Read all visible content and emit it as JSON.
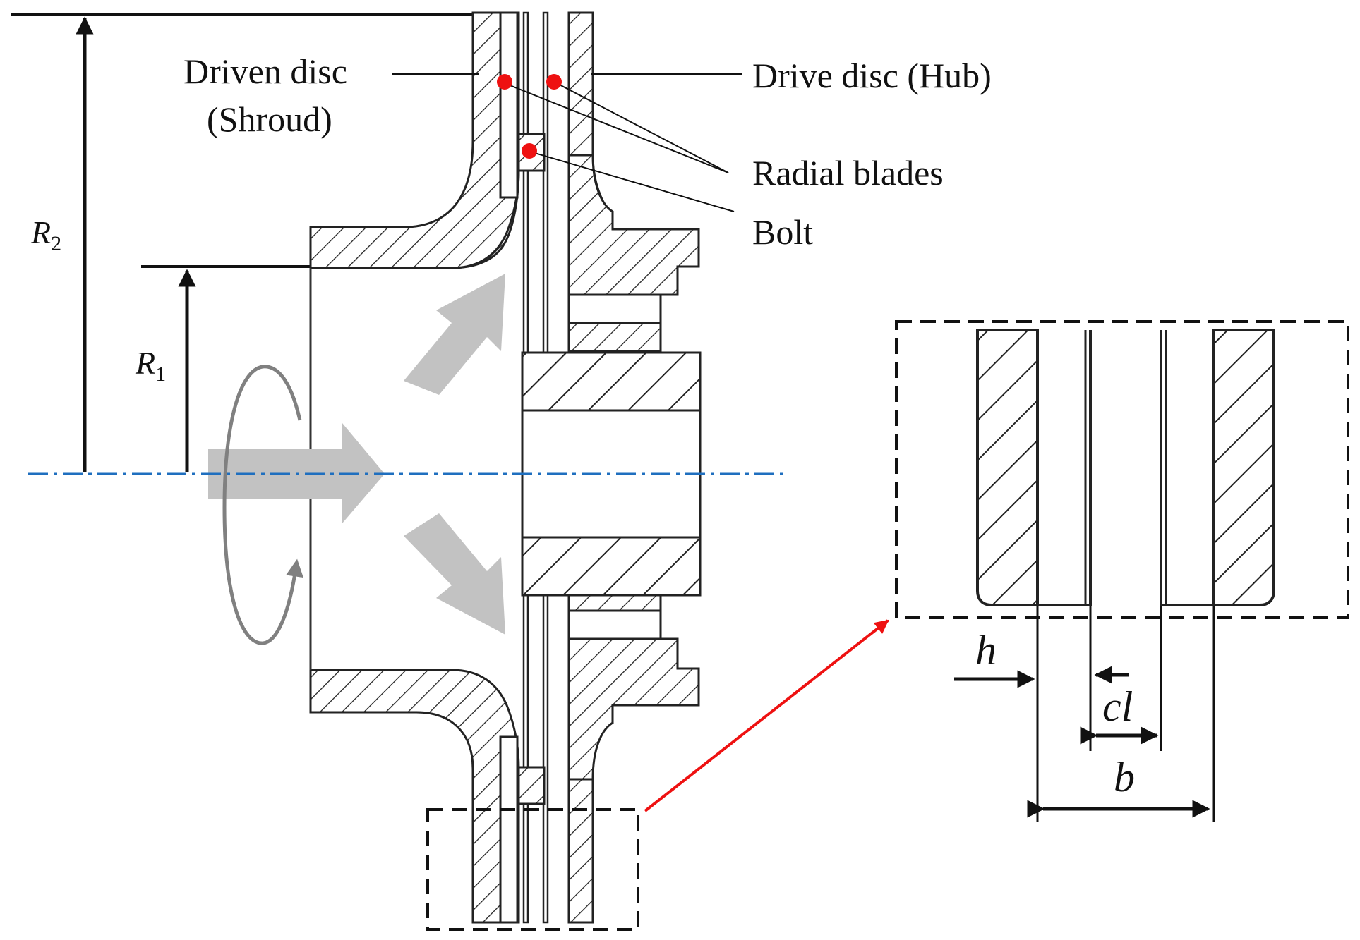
{
  "labels": {
    "driven_disc_line1": "Driven disc",
    "driven_disc_line2": "(Shroud)",
    "drive_disc": "Drive disc (Hub)",
    "radial_blades": "Radial blades",
    "bolt": "Bolt"
  },
  "dimensions": {
    "r2_main": "R",
    "r2_sub": "2",
    "r1_main": "R",
    "r1_sub": "1",
    "h": "h",
    "cl": "cl",
    "b": "b"
  },
  "colors": {
    "axis": "#1f6fbf",
    "marker": "#ee1111",
    "leader_red": "#ee1111",
    "flow_arrow": "#c2c2c2",
    "rotation": "#808080",
    "ink": "#111111"
  }
}
